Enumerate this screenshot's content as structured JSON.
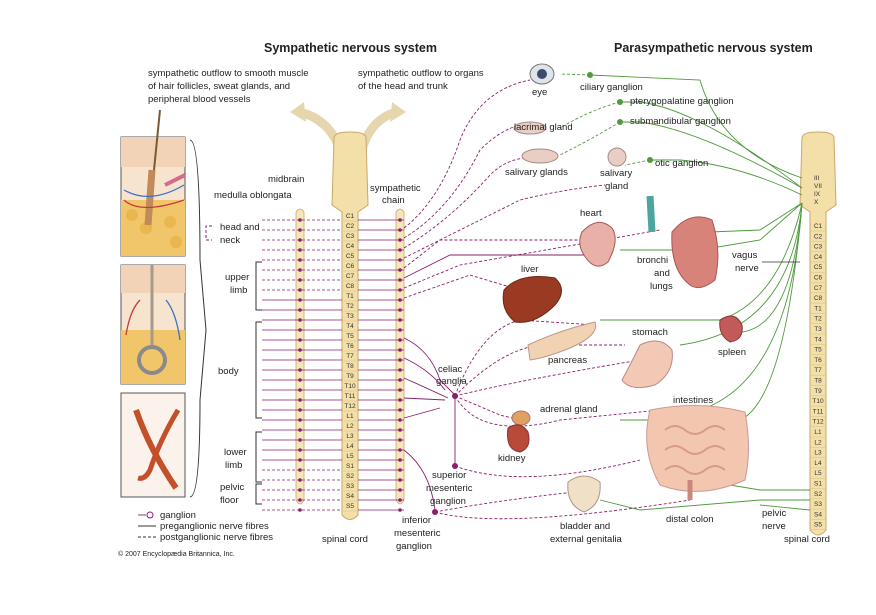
{
  "titles": {
    "sympathetic": "Sympathetic nervous system",
    "parasympathetic": "Parasympathetic nervous system"
  },
  "top_labels": {
    "outflow_smooth_l1": "sympathetic outflow to smooth muscle",
    "outflow_smooth_l2": "of hair follicles, sweat glands, and",
    "outflow_smooth_l3": "peripheral blood vessels",
    "outflow_head_l1": "sympathetic outflow to organs",
    "outflow_head_l2": "of the head and trunk"
  },
  "left_labels": {
    "midbrain": "midbrain",
    "medulla": "medulla oblongata",
    "chain_l1": "sympathetic",
    "chain_l2": "chain",
    "head_neck_l1": "head and",
    "head_neck_l2": "neck",
    "upper_limb_l1": "upper",
    "upper_limb_l2": "limb",
    "body": "body",
    "lower_limb_l1": "lower",
    "lower_limb_l2": "limb",
    "pelvic_floor_l1": "pelvic",
    "pelvic_floor_l2": "floor",
    "celiac_l1": "celiac",
    "celiac_l2": "ganglia",
    "sup_mes_l1": "superior",
    "sup_mes_l2": "mesenteric",
    "sup_mes_l3": "ganglion",
    "inf_mes_l1": "inferior",
    "inf_mes_l2": "mesenteric",
    "inf_mes_l3": "ganglion",
    "spinal_cord_left": "spinal cord"
  },
  "organ_labels": {
    "eye": "eye",
    "ciliary": "ciliary ganglion",
    "pterygo": "pterygopalatine ganglion",
    "lacrimal": "lacrimal gland",
    "submandibular": "submandibular ganglion",
    "salivary_glands": "salivary glands",
    "salivary_gland_l1": "salivary",
    "salivary_gland_l2": "gland",
    "otic": "otic ganglion",
    "heart": "heart",
    "bronchi_l1": "bronchi",
    "bronchi_l2": "and",
    "bronchi_l3": "lungs",
    "vagus_l1": "vagus",
    "vagus_l2": "nerve",
    "liver": "liver",
    "stomach": "stomach",
    "spleen": "spleen",
    "pancreas": "pancreas",
    "adrenal": "adrenal gland",
    "intestines": "intestines",
    "kidney": "kidney",
    "distal_colon": "distal colon",
    "bladder_l1": "bladder and",
    "bladder_l2": "external genitalia",
    "pelvic_nerve_l1": "pelvic",
    "pelvic_nerve_l2": "nerve",
    "spinal_cord_right": "spinal cord"
  },
  "legend": {
    "ganglion": "ganglion",
    "pre": "preganglionic nerve fibres",
    "post": "postganglionic nerve fibres"
  },
  "credit": "© 2007 Encyclopædia Britannica, Inc.",
  "segments_left": [
    "C1",
    "C2",
    "C3",
    "C4",
    "C5",
    "C6",
    "C7",
    "C8",
    "T1",
    "T2",
    "T3",
    "T4",
    "T5",
    "T6",
    "T7",
    "T8",
    "T9",
    "T10",
    "T11",
    "T12",
    "L1",
    "L2",
    "L3",
    "L4",
    "L5",
    "S1",
    "S2",
    "S3",
    "S4",
    "S5"
  ],
  "segments_right": [
    "C1",
    "C2",
    "C3",
    "C4",
    "C5",
    "C6",
    "C7",
    "C8",
    "T1",
    "T2",
    "T3",
    "T4",
    "T5",
    "T6",
    "T7",
    "T8",
    "T9",
    "T10",
    "T11",
    "T12",
    "L1",
    "L2",
    "L3",
    "L4",
    "L5",
    "S1",
    "S2",
    "S3",
    "S4",
    "S5"
  ],
  "cranial_nerves": [
    "III",
    "VII",
    "IX",
    "X"
  ],
  "colors": {
    "sympathetic": "#8a1f6e",
    "parasympathetic": "#4e9a3c",
    "cord": "#f3dfa8",
    "cord_edge": "#c9a86a",
    "organ": "#d9826a"
  }
}
